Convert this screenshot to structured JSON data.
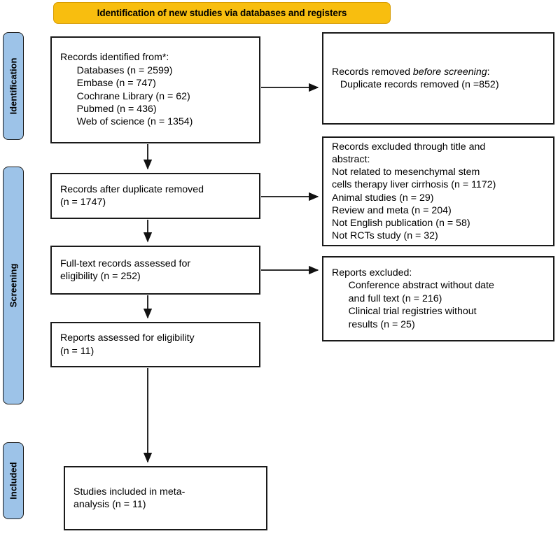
{
  "header": {
    "title": "Identification of new studies via databases and registers",
    "background_color": "#F8BE0F",
    "border_color": "#D79B00"
  },
  "phases": {
    "accent_color": "#9DC3E8",
    "identification": "Identification",
    "screening": "Screening",
    "included": "Included"
  },
  "boxes": {
    "records_identified": "Records identified from*:\n      Databases (n = 2599)\n      Embase (n = 747)\n      Cochrane Library (n = 62)\n      Pubmed (n = 436)\n      Web of science (n = 1354)",
    "records_removed_before_screening": {
      "line1_pre": "Records removed ",
      "line1_italic": "before screening",
      "line1_post": ":",
      "line2": "   Duplicate records removed (n =852)"
    },
    "records_after_duplicates": "Records after duplicate removed\n(n = 1747)",
    "records_excluded_title_abstract": "Records excluded through title and\nabstract:\nNot related to mesenchymal stem\ncells therapy liver cirrhosis (n = 1172)\nAnimal studies (n = 29)\nReview and meta (n = 204)\nNot English publication (n = 58)\nNot RCTs study (n = 32)",
    "fulltext_assessed": "Full-text records assessed for\neligibility (n = 252)",
    "reports_excluded": "Reports excluded:\n      Conference abstract without date\n      and full text (n = 216)\n      Clinical trial registries without\n      results (n = 25)",
    "reports_assessed": "Reports assessed for eligibility\n(n = 11)",
    "studies_included": "Studies included in meta-\nanalysis (n = 11)"
  },
  "counts": {
    "databases": 2599,
    "embase": 747,
    "cochrane_library": 62,
    "pubmed": 436,
    "web_of_science": 1354,
    "duplicates_removed": 852,
    "records_after_duplicates": 1747,
    "excluded_not_related": 1172,
    "excluded_animal_studies": 29,
    "excluded_review_meta": 204,
    "excluded_not_english": 58,
    "excluded_not_rcts": 32,
    "fulltext_assessed": 252,
    "excluded_conference_abstract": 216,
    "excluded_trial_registries": 25,
    "reports_assessed": 11,
    "studies_included": 11
  }
}
